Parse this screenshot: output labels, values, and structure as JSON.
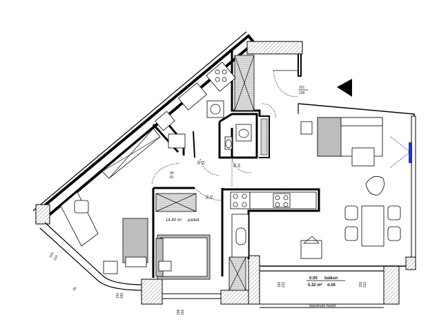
{
  "compass_label": "",
  "door_heights": [
    {
      "id": "door-entrance",
      "width": "101",
      "height": "208"
    },
    {
      "id": "door-wc",
      "width": "90",
      "height": "81"
    },
    {
      "id": "door-bath",
      "width": "80",
      "height": "81"
    },
    {
      "id": "door-kitchen-store",
      "width": "50",
      "height": "81"
    },
    {
      "id": "door-bedroom",
      "width": "90",
      "height": "81"
    },
    {
      "id": "door-bedroom-wardrobe",
      "width": "50",
      "height": "81"
    }
  ],
  "rooms": {
    "bedroom": {
      "area": "14.40 m²",
      "floor": "parket"
    },
    "balcony": {
      "level": "0.00",
      "name": "balkon",
      "area": "5.32 m²",
      "floor": "d.05"
    }
  },
  "dimensions": {
    "bottom_left_1": "150",
    "bottom_left_2": "150",
    "bottom_left_3": "208",
    "bottom_left_4": "150",
    "left_window": "200",
    "left_window_2": "150",
    "corner": "49",
    "balcony_left_1": "150",
    "balcony_left_2": "222",
    "balcony_right_1": "150",
    "balcony_right_2": "222",
    "balcony_bottom": "balustrade height"
  },
  "colors": {
    "wall": "#000000",
    "hatch": "#9a9a9a",
    "furniture_fill": "#c0c0c0",
    "window_accent": "#1f2fd6"
  }
}
